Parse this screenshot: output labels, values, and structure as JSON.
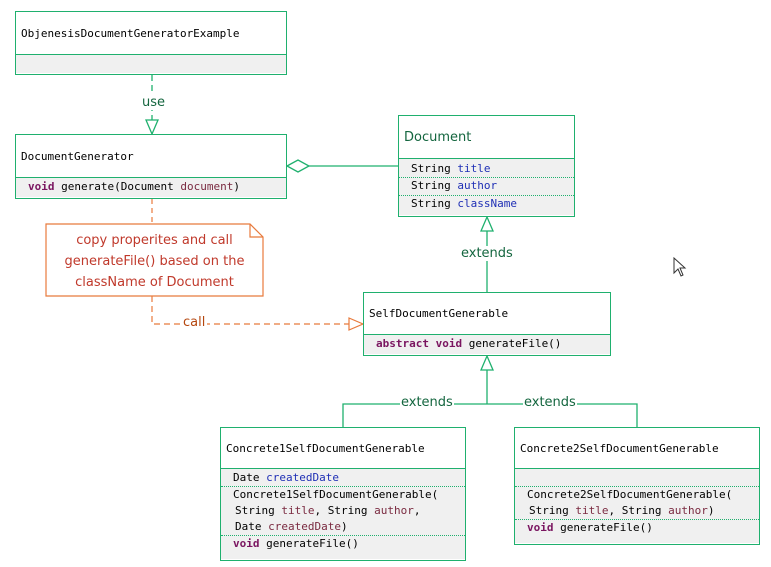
{
  "classes": {
    "objenesis_example": {
      "name": "ObjenesisDocumentGeneratorExample"
    },
    "document_generator": {
      "name": "DocumentGenerator",
      "method": {
        "kw": "void",
        "sig1": " generate(Document ",
        "param": "document",
        "sig2": ")"
      }
    },
    "document": {
      "name": "Document",
      "fields": [
        {
          "type": "String ",
          "name": "title"
        },
        {
          "type": "String ",
          "name": "author"
        },
        {
          "type": "String ",
          "name": "className"
        }
      ]
    },
    "self_generable": {
      "name": "SelfDocumentGenerable",
      "method": {
        "kw": "abstract void",
        "sig": " generateFile()"
      }
    },
    "concrete1": {
      "name": "Concrete1SelfDocumentGenerable",
      "field": {
        "type": "Date ",
        "name": "createdDate"
      },
      "ctor": {
        "line1": "Concrete1SelfDocumentGenerable(",
        "l2a": "String ",
        "l2b": "title",
        "l2c": ", String ",
        "l2d": "author",
        "l2e": ",",
        "l3a": "Date ",
        "l3b": "createdDate",
        "l3c": ")"
      },
      "method": {
        "kw": "void",
        "sig": " generateFile()"
      }
    },
    "concrete2": {
      "name": "Concrete2SelfDocumentGenerable",
      "ctor": {
        "line1": "Concrete2SelfDocumentGenerable(",
        "l2a": "String ",
        "l2b": "title",
        "l2c": ", String ",
        "l2d": "author",
        "l2e": ")"
      },
      "method": {
        "kw": "void",
        "sig": " generateFile()"
      }
    }
  },
  "relations": {
    "use": "use",
    "extends_document": "extends",
    "extends_left": "extends",
    "extends_right": "extends",
    "call": "call"
  },
  "note": {
    "line1": "copy properites and call",
    "line2": "generateFile() based on the",
    "line3": "className of Document"
  },
  "colors": {
    "class_border": "#1fb06e",
    "note": "#e87a3c",
    "label": "#14663f"
  }
}
